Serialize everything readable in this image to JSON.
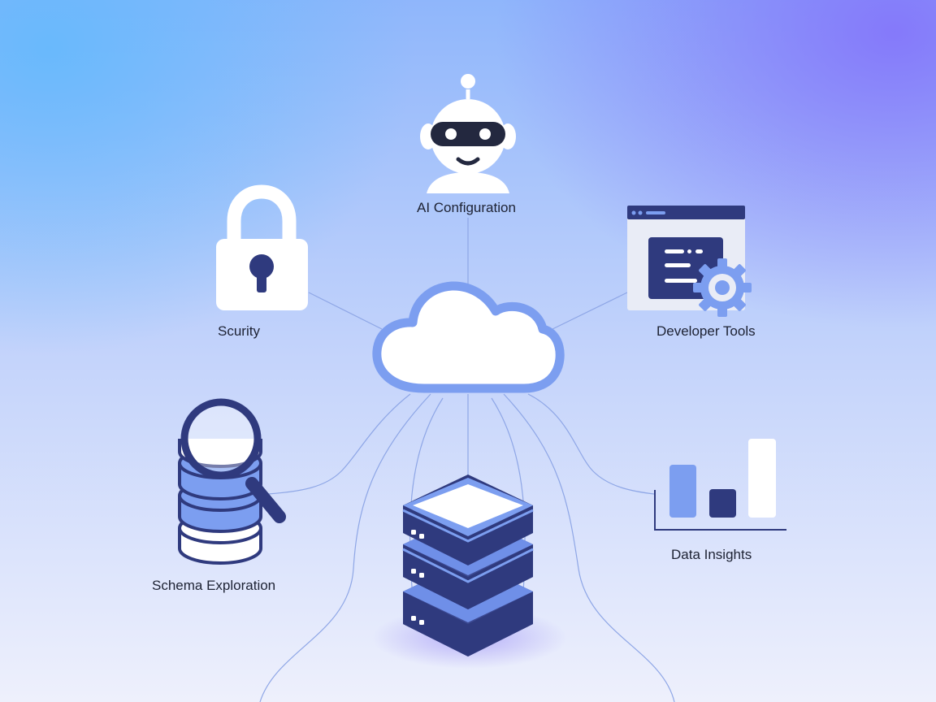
{
  "nodes": {
    "ai_configuration": {
      "label": "AI Configuration"
    },
    "security": {
      "label": "Scurity"
    },
    "developer_tools": {
      "label": "Developer Tools"
    },
    "schema_exploration": {
      "label": "Schema Exploration"
    },
    "data_insights": {
      "label": "Data Insights"
    }
  },
  "colors": {
    "navy": "#2f3a7e",
    "accent": "#7c9ef0",
    "line": "#8ea6e6"
  }
}
